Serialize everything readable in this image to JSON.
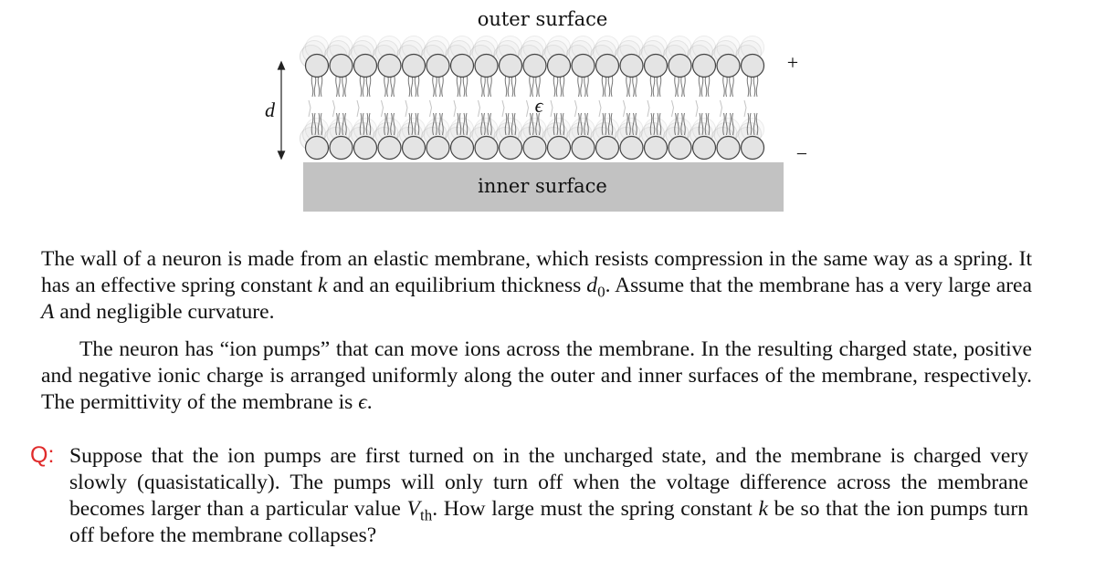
{
  "figure": {
    "outer_label": "outer surface",
    "inner_label": "inner surface",
    "thickness_symbol": "d",
    "permittivity_symbol": "ϵ",
    "plus_sign": "+",
    "minus_sign": "−"
  },
  "paragraph1": {
    "t1": "The wall of a neuron is made from an elastic membrane, which resists compression in the same way as a spring. It has an effective spring constant ",
    "k": "k",
    "t2": " and an equilibrium thickness ",
    "d": "d",
    "d_sub": "0",
    "t3": ". Assume that the membrane has a very large area ",
    "A": "A",
    "t4": " and negligible curvature."
  },
  "paragraph2": {
    "t1": "The neuron has “ion pumps” that can move ions across the membrane. In the resulting charged state, positive and negative ionic charge is arranged uniformly along the outer and inner surfaces of the membrane, respectively. The permittivity of the membrane is ",
    "eps": "ϵ",
    "t2": "."
  },
  "question": {
    "marker": "Q:",
    "t1": "Suppose that the ion pumps are first turned on in the uncharged state, and the membrane is charged very slowly (quasistatically). The pumps will only turn off when the voltage difference across the membrane becomes larger than a particular value ",
    "V": "V",
    "V_sub": "th",
    "t2": ". How large must the spring constant ",
    "k": "k",
    "t3": " be so that the ion pumps turn off before the membrane collapses?"
  }
}
